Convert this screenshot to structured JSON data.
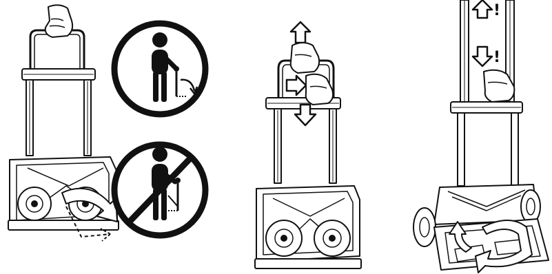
{
  "illustration": {
    "steps": [
      {
        "name": "fold-handle",
        "icons": [
          "hand-icon",
          "fold-arrow-icon"
        ]
      },
      {
        "name": "posture-guide",
        "icons": [
          "correct-posture-icon",
          "incorrect-posture-icon",
          "prohibited-icon"
        ]
      },
      {
        "name": "extend-handle",
        "icons": [
          "arrow-up-icon",
          "arrow-down-icon",
          "hand-icon"
        ]
      },
      {
        "name": "unfold-platform",
        "icons": [
          "arrow-up-icon",
          "arrow-down-icon",
          "hand-icon",
          "curved-arrow-icon"
        ]
      }
    ],
    "warning_mark_up": "!",
    "warning_mark_down": "!",
    "colors": {
      "line": "#111111",
      "fill": "#ffffff",
      "grey": "#d8d8d8"
    }
  }
}
